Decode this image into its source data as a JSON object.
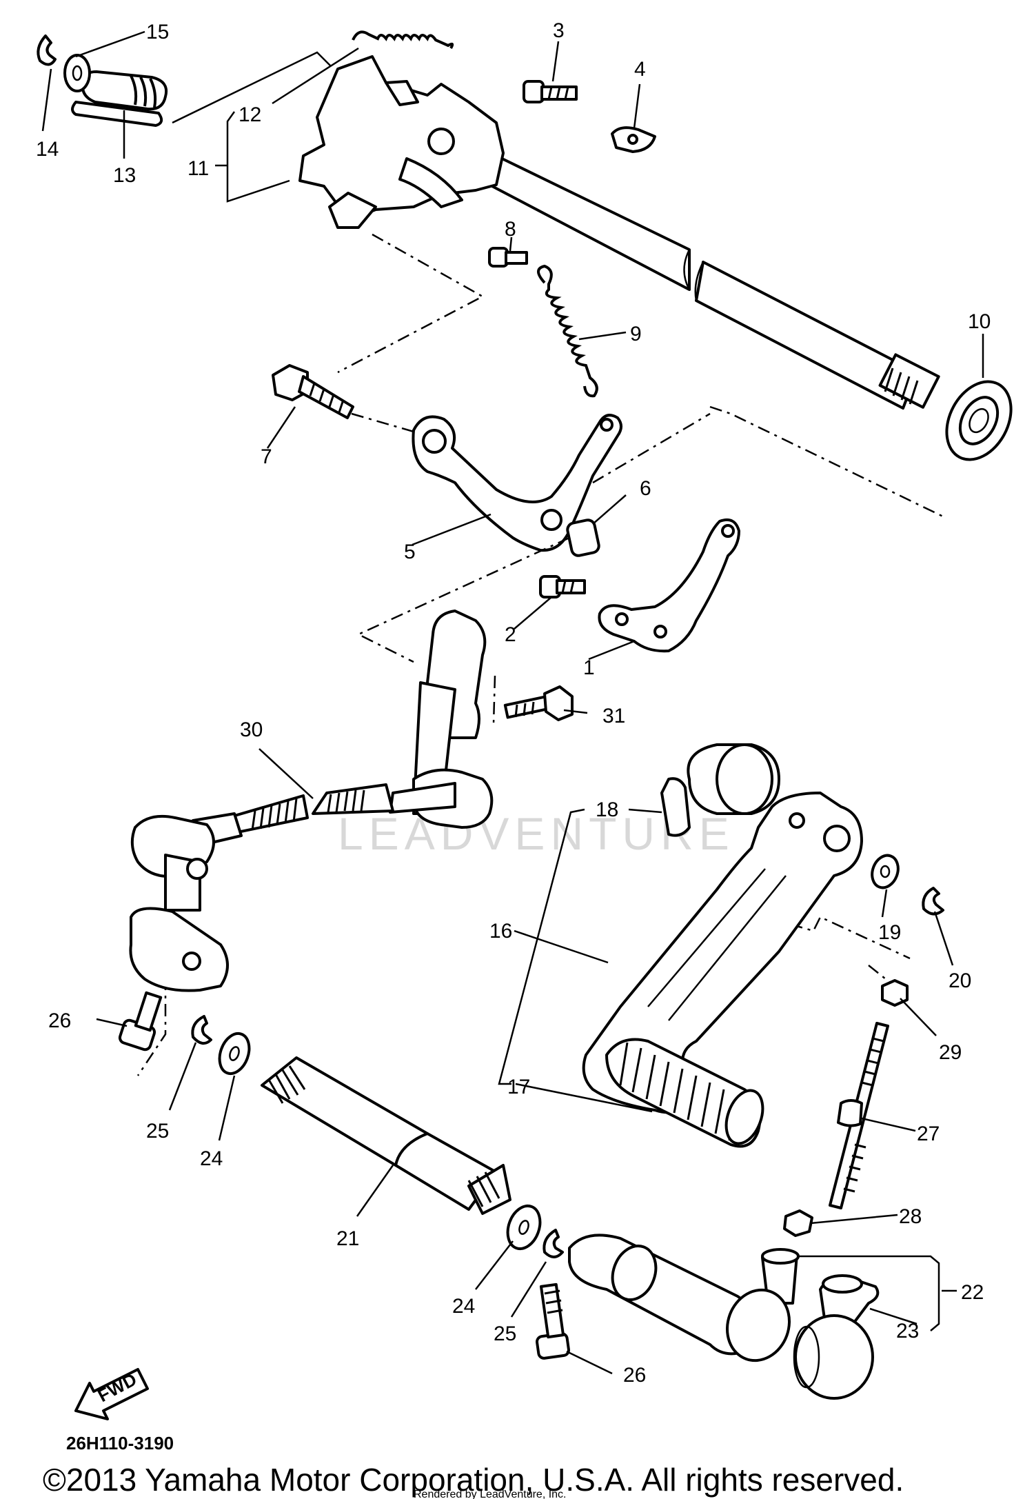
{
  "diagram_code": "26H110-3190",
  "copyright": "©2013 Yamaha Motor Corporation, U.S.A. All rights reserved.",
  "render_note": "Rendered by LeadVenture, Inc.",
  "watermark": "LEADVENTURE",
  "fwd_label": "FWD",
  "callouts": {
    "c1": "1",
    "c2": "2",
    "c3": "3",
    "c4": "4",
    "c5": "5",
    "c6": "6",
    "c7": "7",
    "c8": "8",
    "c9": "9",
    "c10": "10",
    "c11": "11",
    "c12": "12",
    "c13": "13",
    "c14": "14",
    "c15": "15",
    "c16": "16",
    "c17": "17",
    "c18": "18",
    "c19": "19",
    "c20": "20",
    "c21": "21",
    "c22": "22",
    "c23": "23",
    "c24a": "24",
    "c24b": "24",
    "c25a": "25",
    "c25b": "25",
    "c26a": "26",
    "c26b": "26",
    "c27": "27",
    "c28": "28",
    "c29": "29",
    "c30": "30",
    "c31": "31"
  }
}
